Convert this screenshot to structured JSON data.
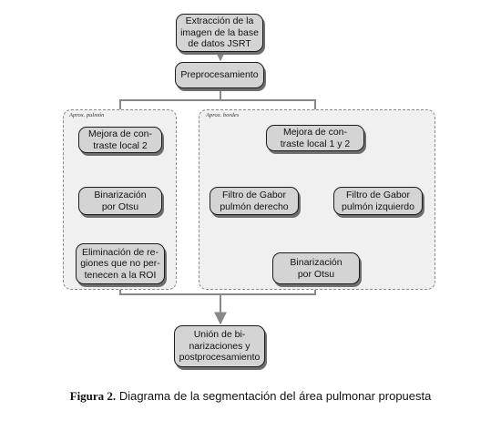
{
  "diagram": {
    "groups": {
      "lung": {
        "label": "Aprox. pulmón"
      },
      "borders": {
        "label": "Aprox. bordes"
      }
    },
    "nodes": {
      "extraction": [
        "Extracción de la",
        "imagen de la base",
        "de datos JSRT"
      ],
      "preprocessing": [
        "Preprocesamiento"
      ],
      "contrast_2": [
        "Mejora de con-",
        "traste local 2"
      ],
      "otsu_lung": [
        "Binarización",
        "por Otsu"
      ],
      "roi_removal": [
        "Eliminación de re-",
        "giones que no per-",
        "tenecen a la ROI"
      ],
      "contrast_1_2": [
        "Mejora de con-",
        "traste local 1 y 2"
      ],
      "gabor_right": [
        "Filtro de Gabor",
        "pulmón derecho"
      ],
      "gabor_left": [
        "Filtro de Gabor",
        "pulmón izquierdo"
      ],
      "otsu_borders": [
        "Binarización",
        "por Otsu"
      ],
      "union": [
        "Unión de bi-",
        "narizaciones y",
        "postprocesamiento"
      ]
    },
    "edge_color": "#888888",
    "node_fill": "#d4d4d4"
  },
  "caption": {
    "label": "Figura 2.",
    "text": "Diagrama de la segmentación del área pulmonar propuesta"
  }
}
